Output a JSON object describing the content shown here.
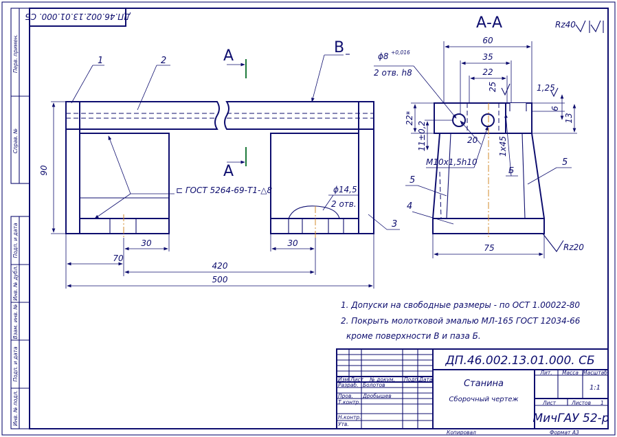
{
  "drawing_code_rotated": "ДП.46.002.13.01.000. СБ",
  "section_title": "А-А",
  "roughness_top": "Rz40",
  "roughness_bottom": "Rz20",
  "view_labels": {
    "a_top": "А",
    "a_bottom": "А",
    "b": "В"
  },
  "callouts": {
    "c1": "1",
    "c2": "2",
    "c3": "3",
    "c4": "4",
    "c5a": "5",
    "c5b": "5",
    "b_mark": "Б"
  },
  "dims_main": {
    "h90": "90",
    "d30a": "30",
    "d70": "70",
    "d30b": "30",
    "d420": "420",
    "d500": "500",
    "gost_note": "⊏ ГОСТ 5264-69-Т1-△8",
    "hole_dia": "ϕ14,5",
    "hole_count": "2 отв."
  },
  "dims_section": {
    "d60": "60",
    "d35": "35",
    "d22": "22",
    "d25": "25",
    "d125": "1,25",
    "d6": "6",
    "d13": "13",
    "d22v": "22*",
    "d11": "11±0,2",
    "d20": "20",
    "d75": "75",
    "d1x45": "1х45",
    "pin": "ϕ8",
    "pin_tol": "+0,016",
    "pin_holes": "2 отв. h8",
    "thread": "М10х1,5h10"
  },
  "notes": [
    "1. Допуски на свободные размеры - по ОСТ 1.00022-80",
    "2. Покрыть молотковой эмалью МЛ-165 ГОСТ 12034-66",
    "кроме поверхности В и паза Б."
  ],
  "title_block": {
    "code": "ДП.46.002.13.01.000. СБ",
    "name": "Станина",
    "subtitle": "Сборочный чертеж",
    "col_lit": "Лит.",
    "col_mass": "Масса",
    "col_scale": "Масштаб",
    "scale": "1:1",
    "sheet_label": "Лист",
    "sheets_label": "Листов",
    "sheets_value": "1",
    "org": "МичГАУ 52-р",
    "hdr": [
      "Изм.",
      "Лист",
      "№ докум.",
      "Подп.",
      "Дата"
    ],
    "roles": [
      "Разраб.",
      "Пров.",
      "Т.контр.",
      "Н.контр.",
      "Утв."
    ],
    "names": [
      "Болотов",
      "Дробышев"
    ],
    "copied": "Копировал",
    "format": "Формат  А3"
  },
  "side_labels": [
    "Перв. примен.",
    "Справ. №",
    "Подп. и дата",
    "Инв. № дубл.",
    "Взам. инв. №",
    "Подп. и дата",
    "Инв. № подл."
  ]
}
